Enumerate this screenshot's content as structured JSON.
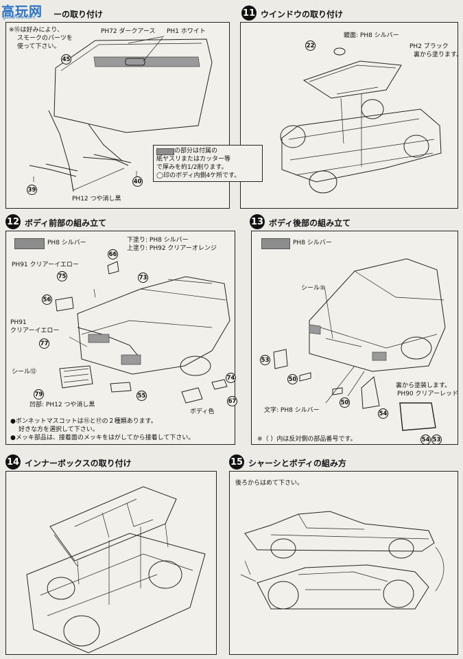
{
  "watermark": {
    "main": "高玩网",
    "url": "gaoshow.com"
  },
  "step10": {
    "title": "ーの取り付け",
    "note1": "※⑮は好みにより、",
    "note2": "スモークのパーツを",
    "note3": "使って下さい。",
    "c_dark": "PH72 ダークアース",
    "c_white": "PH1 ホワイト",
    "c_matte": "PH12 つや消し黒",
    "parts": [
      "45",
      "39",
      "40"
    ]
  },
  "step11": {
    "num": "11",
    "title": "ウインドウの取り付け",
    "mirror": "鏡面: PH8 シルバー",
    "black1": "PH2 ブラック",
    "black2": "裏から塗ります。",
    "note1": "の部分は付属の",
    "note2": "紙ヤスリまたはカッター等",
    "note3": "で厚みを約1/2削ります。",
    "note4": "◯印のボディ内側4ケ所です。",
    "parts": [
      "22"
    ]
  },
  "step12": {
    "num": "12",
    "title": "ボディ前部の組み立て",
    "silver": "PH8 シルバー",
    "under": "下塗り: PH8 シルバー",
    "over": "上塗り: PH92 クリアーオレンジ",
    "yellow1": "PH91 クリアーイエロー",
    "yellow2a": "PH91",
    "yellow2b": "クリアーイエロー",
    "seal": "シール⑫",
    "recess": "凹部: PH12 つや消し黒",
    "bodycolor": "ボディ色",
    "note1": "●ボンネットマスコットは⑮と⑰の２種類あります。",
    "note2": "好きな方を選択して下さい。",
    "note3": "●メッキ部品は、接着面のメッキをはがしてから接着して下さい。",
    "parts": [
      "66",
      "73",
      "75",
      "56",
      "77",
      "79",
      "55",
      "74",
      "67"
    ]
  },
  "step13": {
    "num": "13",
    "title": "ボディ後部の組み立て",
    "silver": "PH8 シルバー",
    "seal": "シール⑤",
    "back1": "裏から塗装します。",
    "back2": "PH90 クリアーレッド",
    "letters": "文字: PH8 シルバー",
    "note": "※（ ）内は反対側の部品番号です。",
    "parts": [
      "53",
      "50",
      "50",
      "54"
    ],
    "combo": [
      "54",
      "53"
    ]
  },
  "step14": {
    "num": "14",
    "title": "インナーボックスの取り付け"
  },
  "step15": {
    "num": "15",
    "title": "シャーシとボディの組み方",
    "note": "後ろからはめて下さい。"
  }
}
